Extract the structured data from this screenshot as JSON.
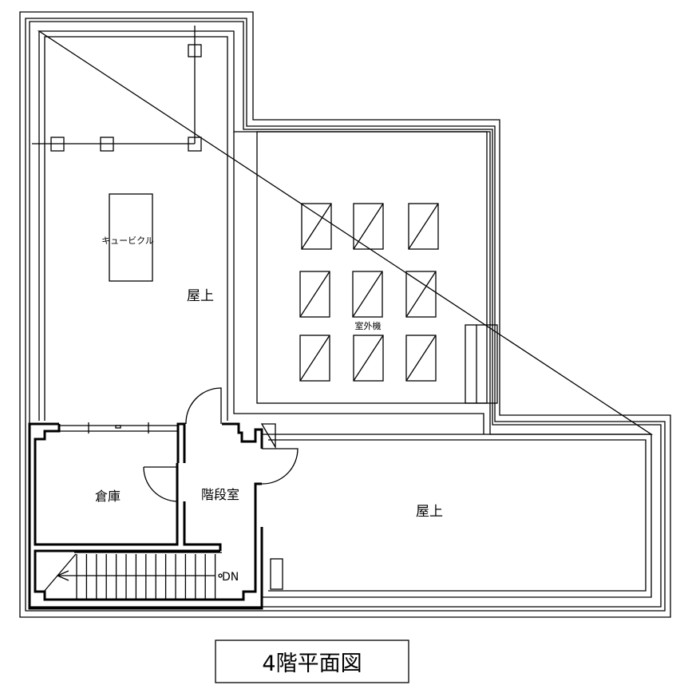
{
  "labels": {
    "cubicle": "キュービクル",
    "rooftop_left": "屋上",
    "outdoor_units": "室外機",
    "storage": "倉庫",
    "stair_room": "階段室",
    "rooftop_right": "屋上",
    "down": "DN"
  },
  "title": "4階平面図"
}
